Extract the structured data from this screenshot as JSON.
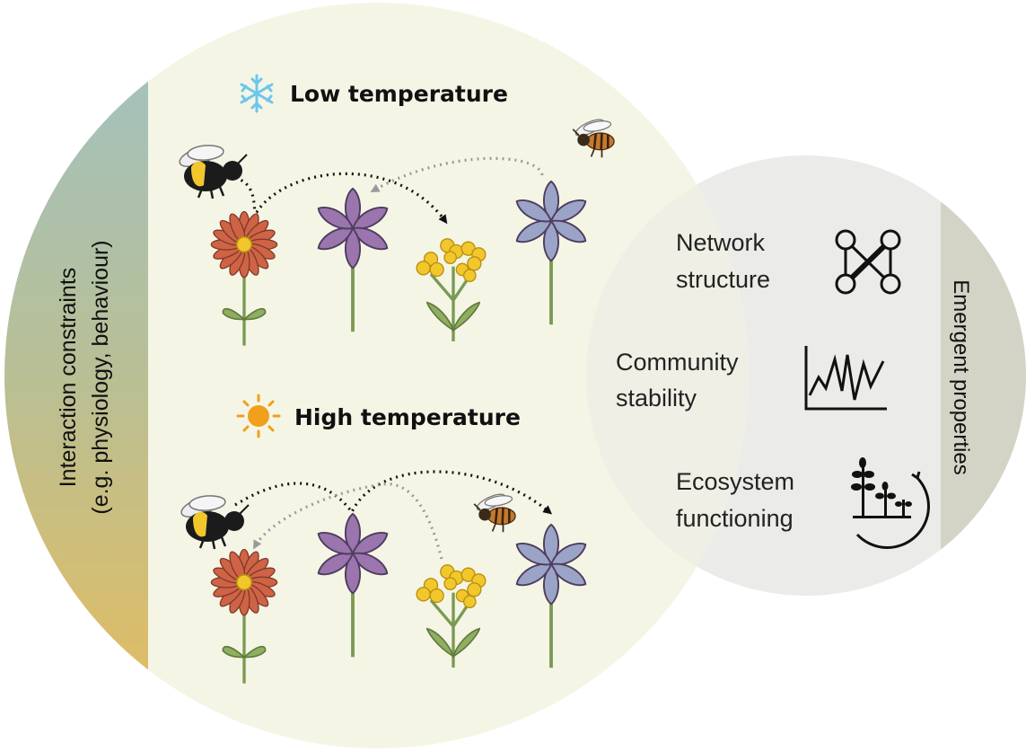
{
  "left_panel": {
    "constraint_line1": "Interaction constraints",
    "constraint_line2": "(e.g. physiology, behaviour)",
    "low_heading": "Low temperature",
    "high_heading": "High temperature"
  },
  "right_panel": {
    "side_label": "Emergent properties",
    "properties": [
      {
        "line1": "Network",
        "line2": "structure",
        "icon": "network-icon"
      },
      {
        "line1": "Community",
        "line2": "stability",
        "icon": "stability-chart-icon"
      },
      {
        "line1": "Ecosystem",
        "line2": "functioning",
        "icon": "ecosystem-plants-icon"
      }
    ]
  },
  "colors": {
    "left_circle": "#f4f4e3",
    "right_circle": "#ebebe9",
    "constraint_band_top": "#9fc2c6",
    "constraint_band_bottom": "#e8bc5a",
    "emergent_band": "#d3d4c6",
    "red_flower": "#cf6346",
    "purple_flower": "#9a75ae",
    "blue_flower": "#9aa4c6",
    "yellow_flower": "#f2c72c",
    "snowflake": "#6cc7ea",
    "sun": "#f0a01a"
  },
  "icons": [
    "snowflake-icon",
    "sun-icon",
    "bumblebee",
    "honeybee",
    "daisy-flower",
    "purple-flower",
    "yellow-flower-cluster",
    "blue-flower"
  ]
}
